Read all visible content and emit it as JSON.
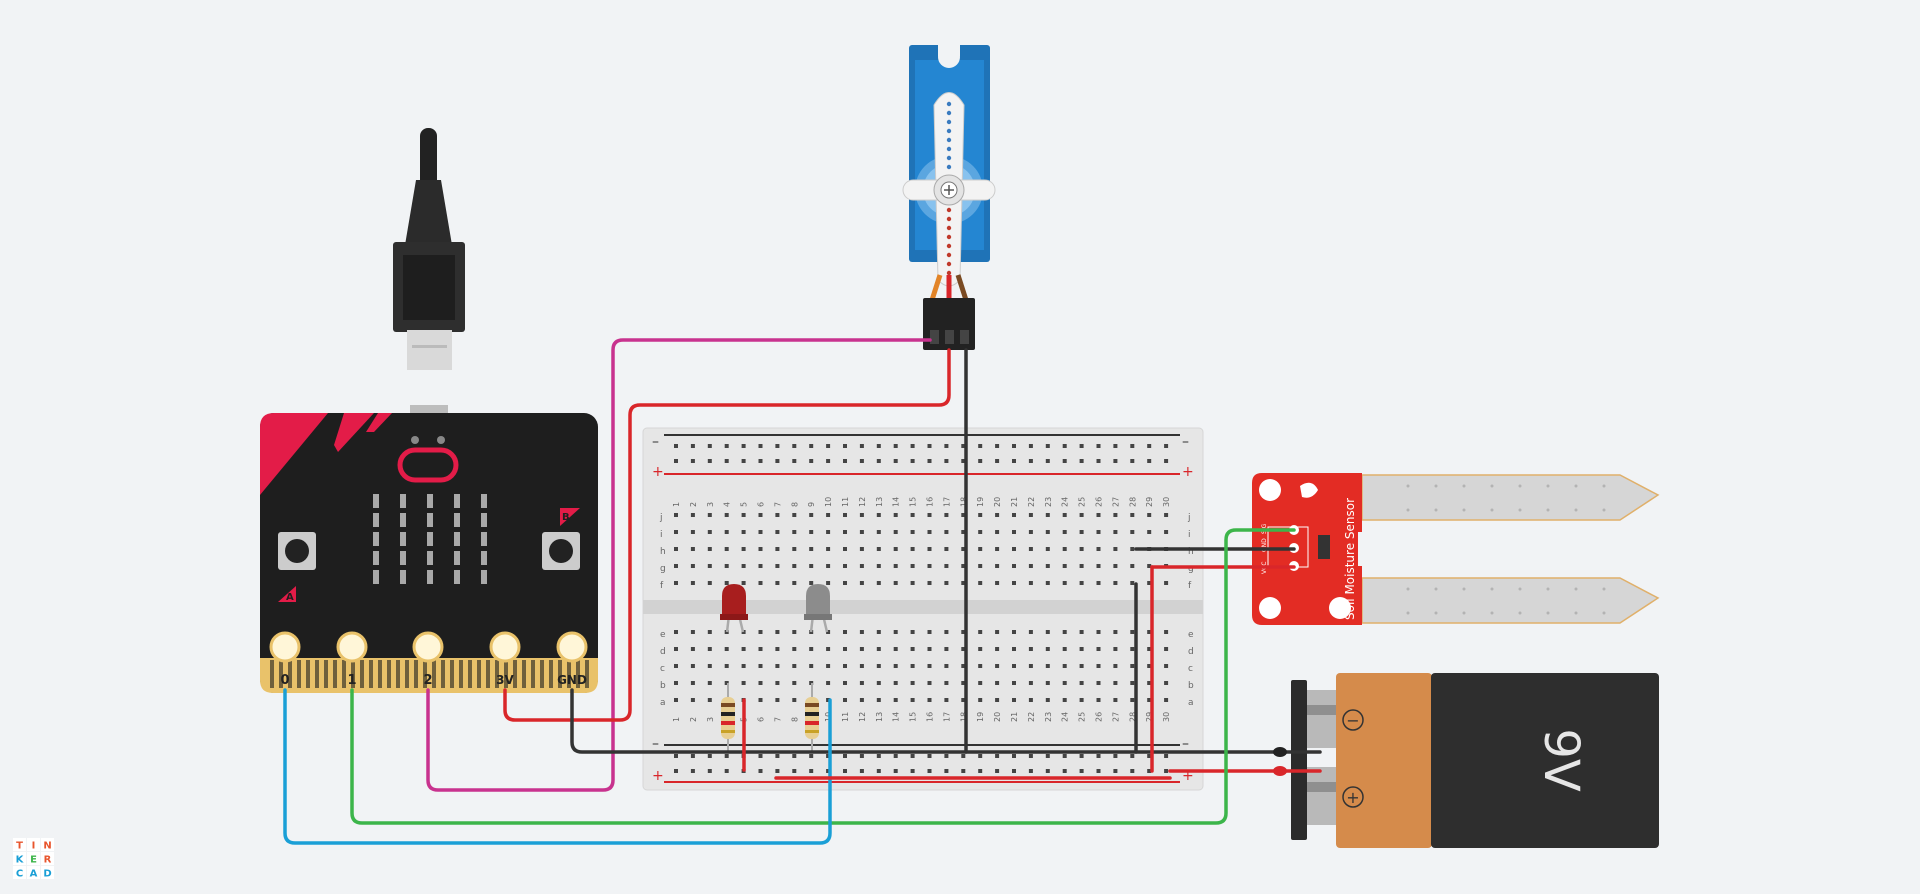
{
  "microbit": {
    "pins": [
      "0",
      "1",
      "2",
      "3V",
      "GND"
    ],
    "button_a": "A",
    "button_b": "B",
    "pin_colors": [
      "#1a9fd6",
      "#3cb54a",
      "#c8328e",
      "#d9262a",
      "#333333"
    ]
  },
  "breadboard": {
    "rail_minus": "–",
    "rail_plus": "+",
    "columns": 30,
    "row_letters_top": [
      "j",
      "i",
      "h",
      "g",
      "f"
    ],
    "row_letters_bottom": [
      "e",
      "d",
      "c",
      "b",
      "a"
    ]
  },
  "soil_sensor": {
    "label": "Soil Moisture Sensor",
    "pin_labels": [
      "SIG",
      "GND",
      "VCC"
    ]
  },
  "battery": {
    "label": "9V",
    "minus_symbol": "−",
    "plus_symbol": "+"
  },
  "leds": [
    {
      "color": "#a81e1e"
    },
    {
      "color": "#8c8c8c"
    }
  ],
  "logo": {
    "letters": [
      "T",
      "I",
      "N",
      "K",
      "E",
      "R",
      "C",
      "A",
      "D"
    ],
    "colors": [
      "#e8542c",
      "#e8542c",
      "#e8542c",
      "#1a9fd6",
      "#3cb54a",
      "#e8542c",
      "#1a9fd6",
      "#1a9fd6",
      "#1a9fd6"
    ]
  },
  "wire_colors": {
    "red": "#d9262a",
    "black": "#333333",
    "blue": "#1a9fd6",
    "green": "#3cb54a",
    "magenta": "#c8328e"
  }
}
